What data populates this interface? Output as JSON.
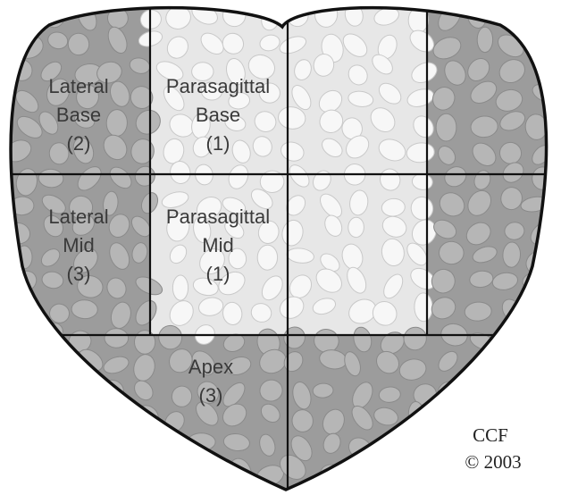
{
  "figure": {
    "colors": {
      "background": "#ffffff",
      "outline": "#111111",
      "tissue_dark": "#9c9c9c",
      "tissue_light": "#e7e7e7",
      "cell_dark": "#b6b6b6",
      "cell_light": "#f7f7f7",
      "label_text": "#3a3a3a"
    },
    "zones": {
      "lateral_base": {
        "lines": [
          "Lateral",
          "Base",
          "(2)"
        ],
        "shade": "dark"
      },
      "parasagittal_base": {
        "lines": [
          "Parasagittal",
          "Base",
          "(1)"
        ],
        "shade": "light"
      },
      "right_parasagittal_base": {
        "lines": [],
        "shade": "light"
      },
      "right_lateral_base": {
        "lines": [],
        "shade": "dark"
      },
      "lateral_mid": {
        "lines": [
          "Lateral",
          "Mid",
          "(3)"
        ],
        "shade": "dark"
      },
      "parasagittal_mid": {
        "lines": [
          "Parasagittal",
          "Mid",
          "(1)"
        ],
        "shade": "light"
      },
      "right_parasagittal_mid": {
        "lines": [],
        "shade": "light"
      },
      "right_lateral_mid": {
        "lines": [],
        "shade": "dark"
      },
      "apex_left": {
        "lines": [
          "Apex",
          "(3)"
        ],
        "shade": "dark"
      },
      "apex_right": {
        "lines": [],
        "shade": "dark"
      }
    },
    "copyright": {
      "owner": "CCF",
      "notice": "© 2003"
    }
  }
}
